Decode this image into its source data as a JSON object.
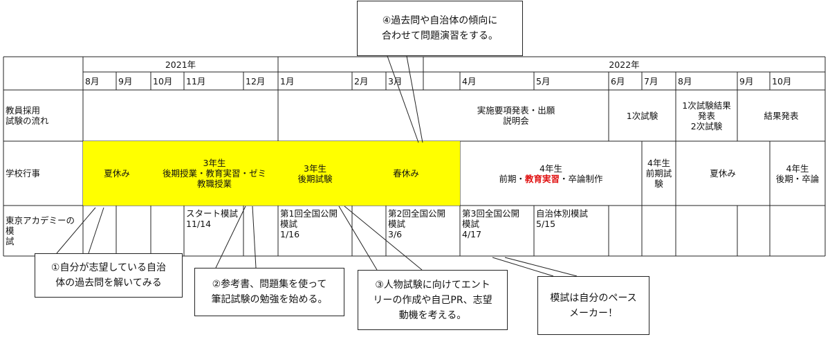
{
  "years": {
    "y2021": "2021年",
    "y2022": "2022年"
  },
  "months": [
    "8月",
    "9月",
    "10月",
    "11月",
    "12月",
    "1月",
    "2月",
    "3月",
    "4月",
    "5月",
    "6月",
    "7月",
    "8月",
    "9月",
    "10月"
  ],
  "row_labels": {
    "exam_flow": "教員採用\n試験の流れ",
    "school_events": "学校行事",
    "mock_exams": "東京アカデミーの模\n試"
  },
  "exam_flow": {
    "announcement": "実施要項発表・出願\n説明会",
    "first_exam": "1次試験",
    "first_result": "1次試験結果\n発表\n2次試験",
    "result": "結果発表"
  },
  "school_events": {
    "summer1": "夏休み",
    "third_late": "3年生\n後期授業・教育実習・ゼミ\n教職授業",
    "third_exam": "3年生\n後期試験",
    "spring": "春休み",
    "fourth_title": "4年生",
    "fourth_prefix": "前期・",
    "fourth_highlight": "教育実習",
    "fourth_suffix": "・卒論制作",
    "fourth_exam": "4年生\n前期試\n験",
    "summer2": "夏休み",
    "fourth_late": "4年生\n後期・卒論"
  },
  "mock_exams": {
    "start": "スタート模試\n11/14",
    "national1": "第1回全国公開\n模試\n1/16",
    "national2": "第2回全国公開\n模試\n3/6",
    "national3": "第3回全国公開\n模試\n4/17",
    "local": "自治体別模試\n5/15"
  },
  "callouts": {
    "c1": "①自分が志望している自治\n体の過去問を解いてみる",
    "c2": "②参考書、問題集を使って\n筆記試験の勉強を始める。",
    "c3": "③人物試験に向けてエント\nリーの作成や自己PR、志望\n動機を考える。",
    "c4": "④過去問や自治体の傾向に\n合わせて問題演習をする。",
    "c5": "模試は自分のペース\nメーカー！"
  },
  "colors": {
    "highlight": "#ffff00",
    "accent_red": "#e01010"
  }
}
